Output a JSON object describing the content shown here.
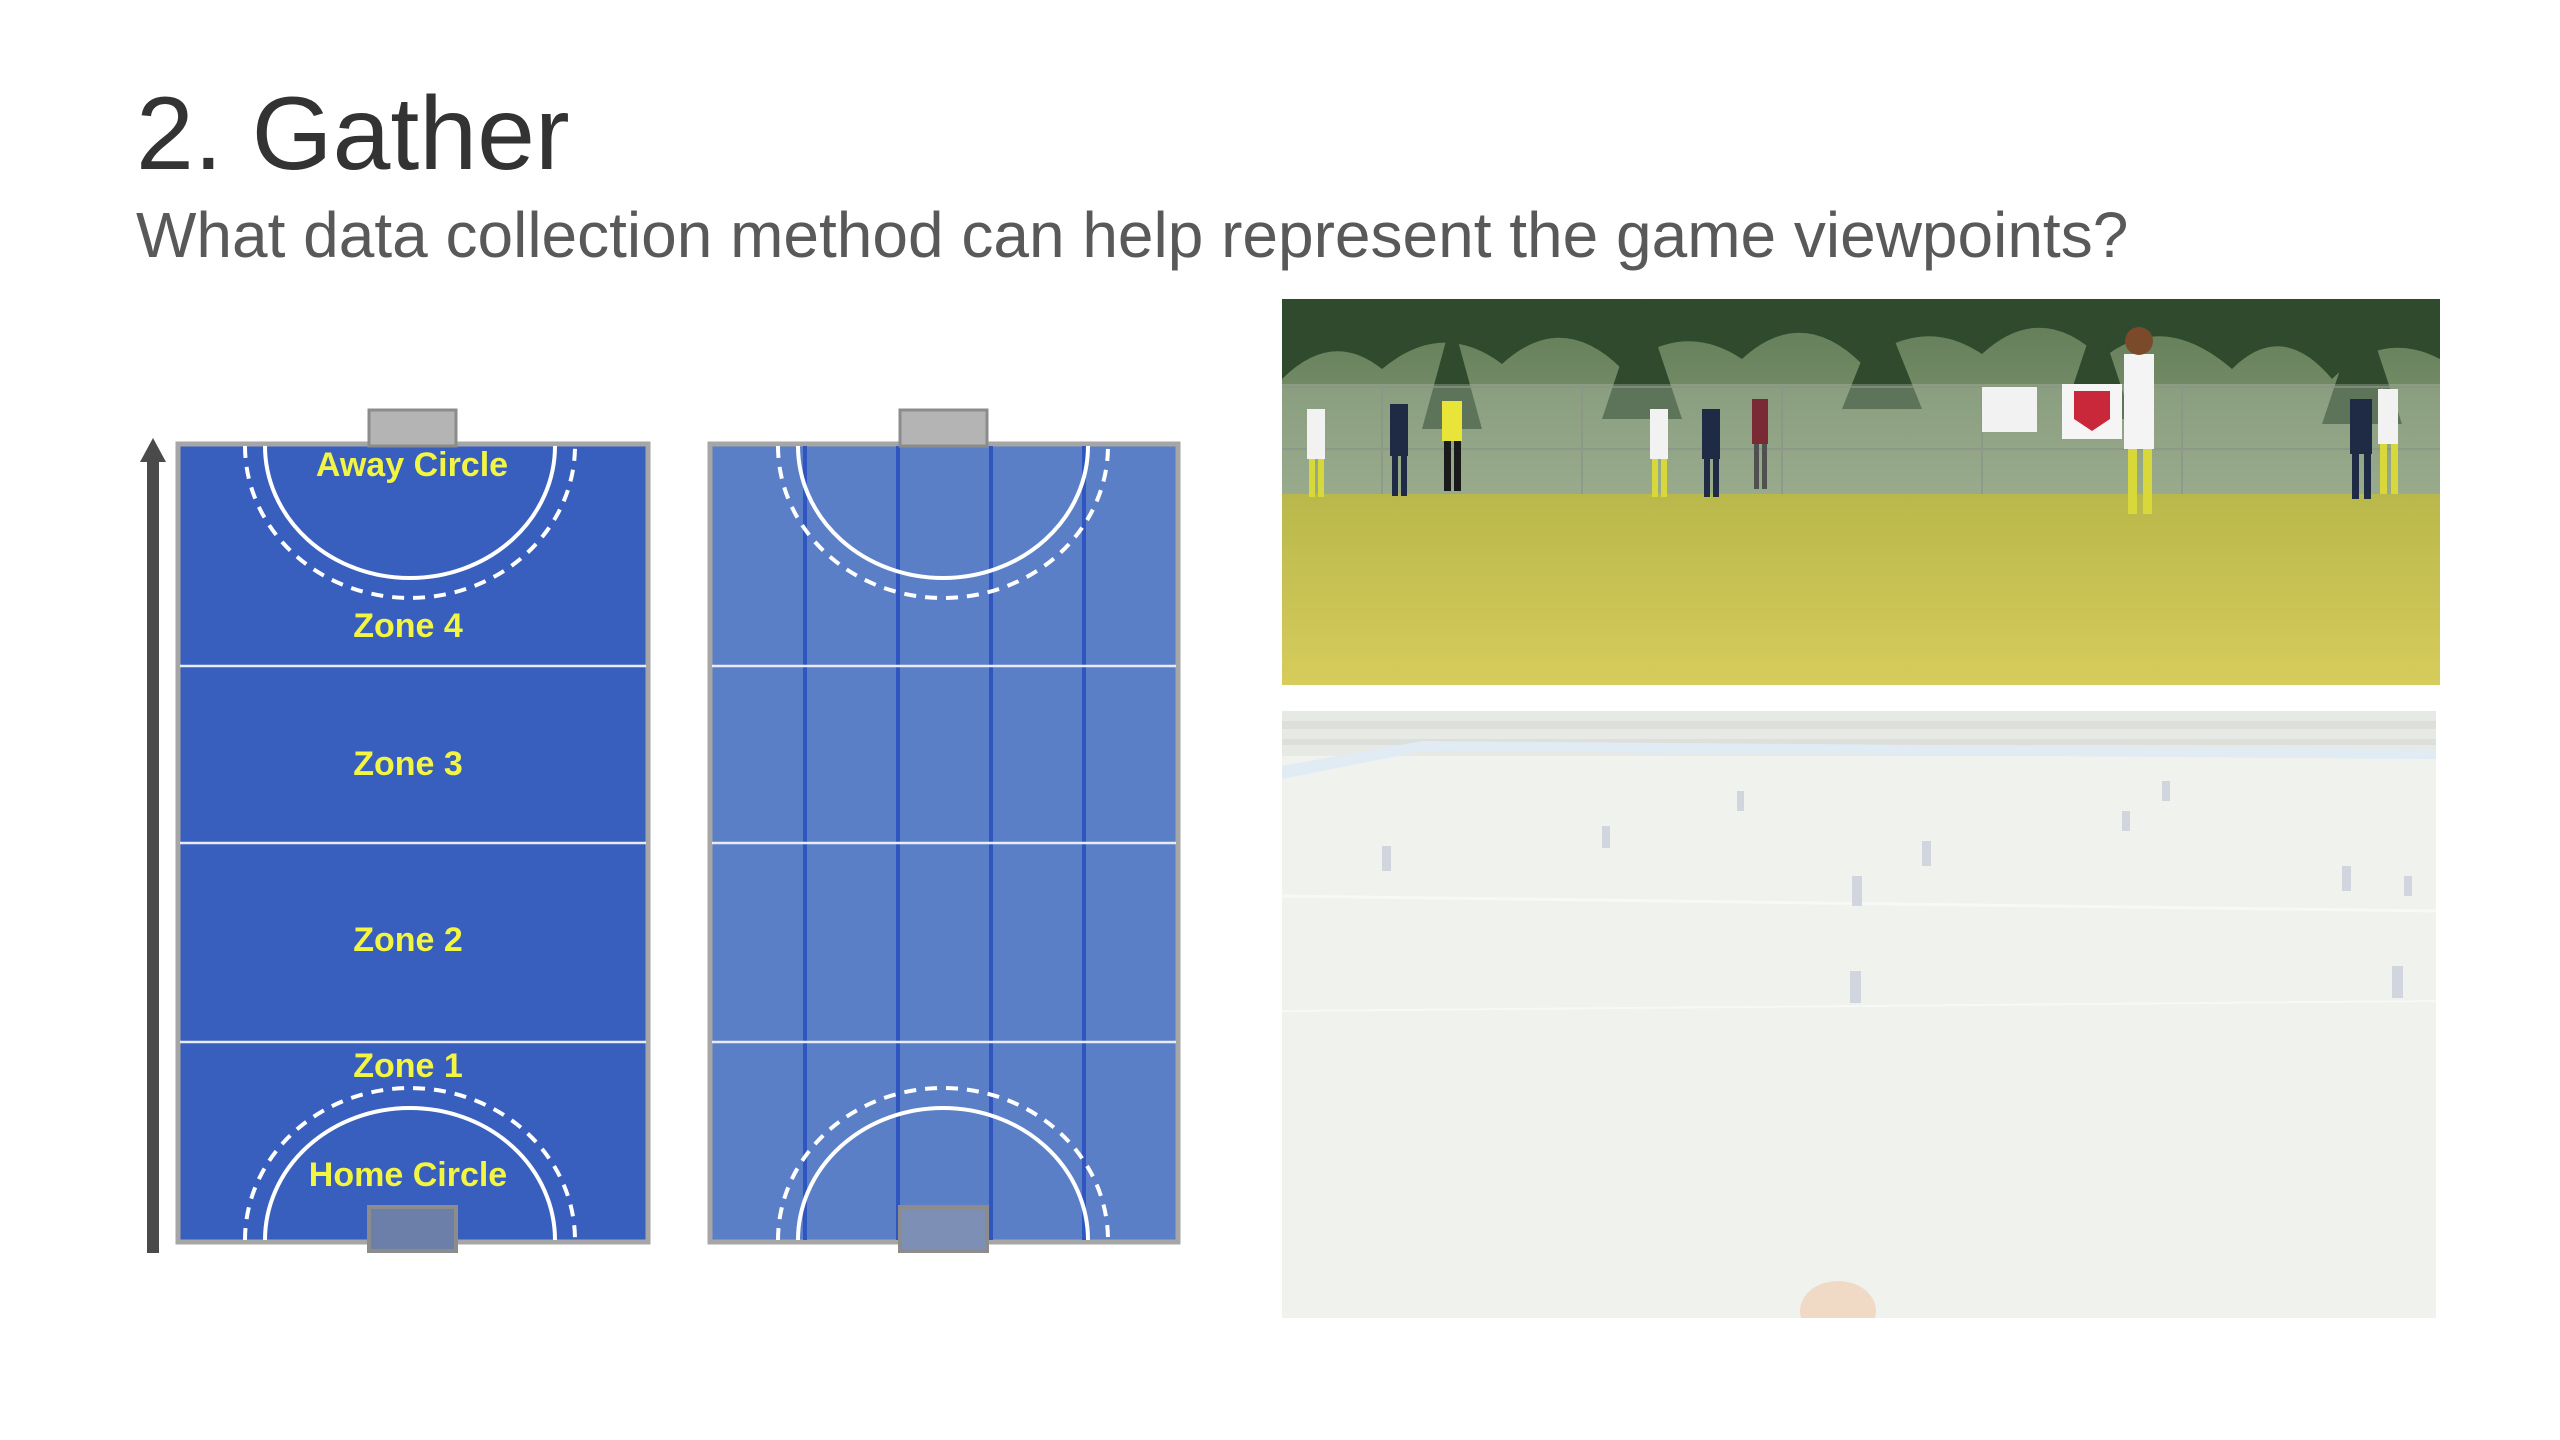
{
  "slide": {
    "title": "2. Gather",
    "subtitle": "What data collection method can help represent the game viewpoints?"
  },
  "diagram_zoned": {
    "labels": {
      "away_circle": "Away Circle",
      "zone4": "Zone 4",
      "zone3": "Zone 3",
      "zone2": "Zone 2",
      "zone1": "Zone 1",
      "home_circle": "Home Circle"
    },
    "field_color": "#385fbd",
    "label_color": "#f2f542"
  },
  "diagram_lanes": {
    "field_color": "#5b7fc6",
    "lane_line_color": "#2f56c0"
  },
  "photos": {
    "top_description_colors": {
      "turf": "#c8c24a",
      "trees": "#2f4a2c"
    },
    "bottom_description_colors": {
      "turf": "#e8ebe4",
      "overlay": "#ffffff"
    }
  }
}
